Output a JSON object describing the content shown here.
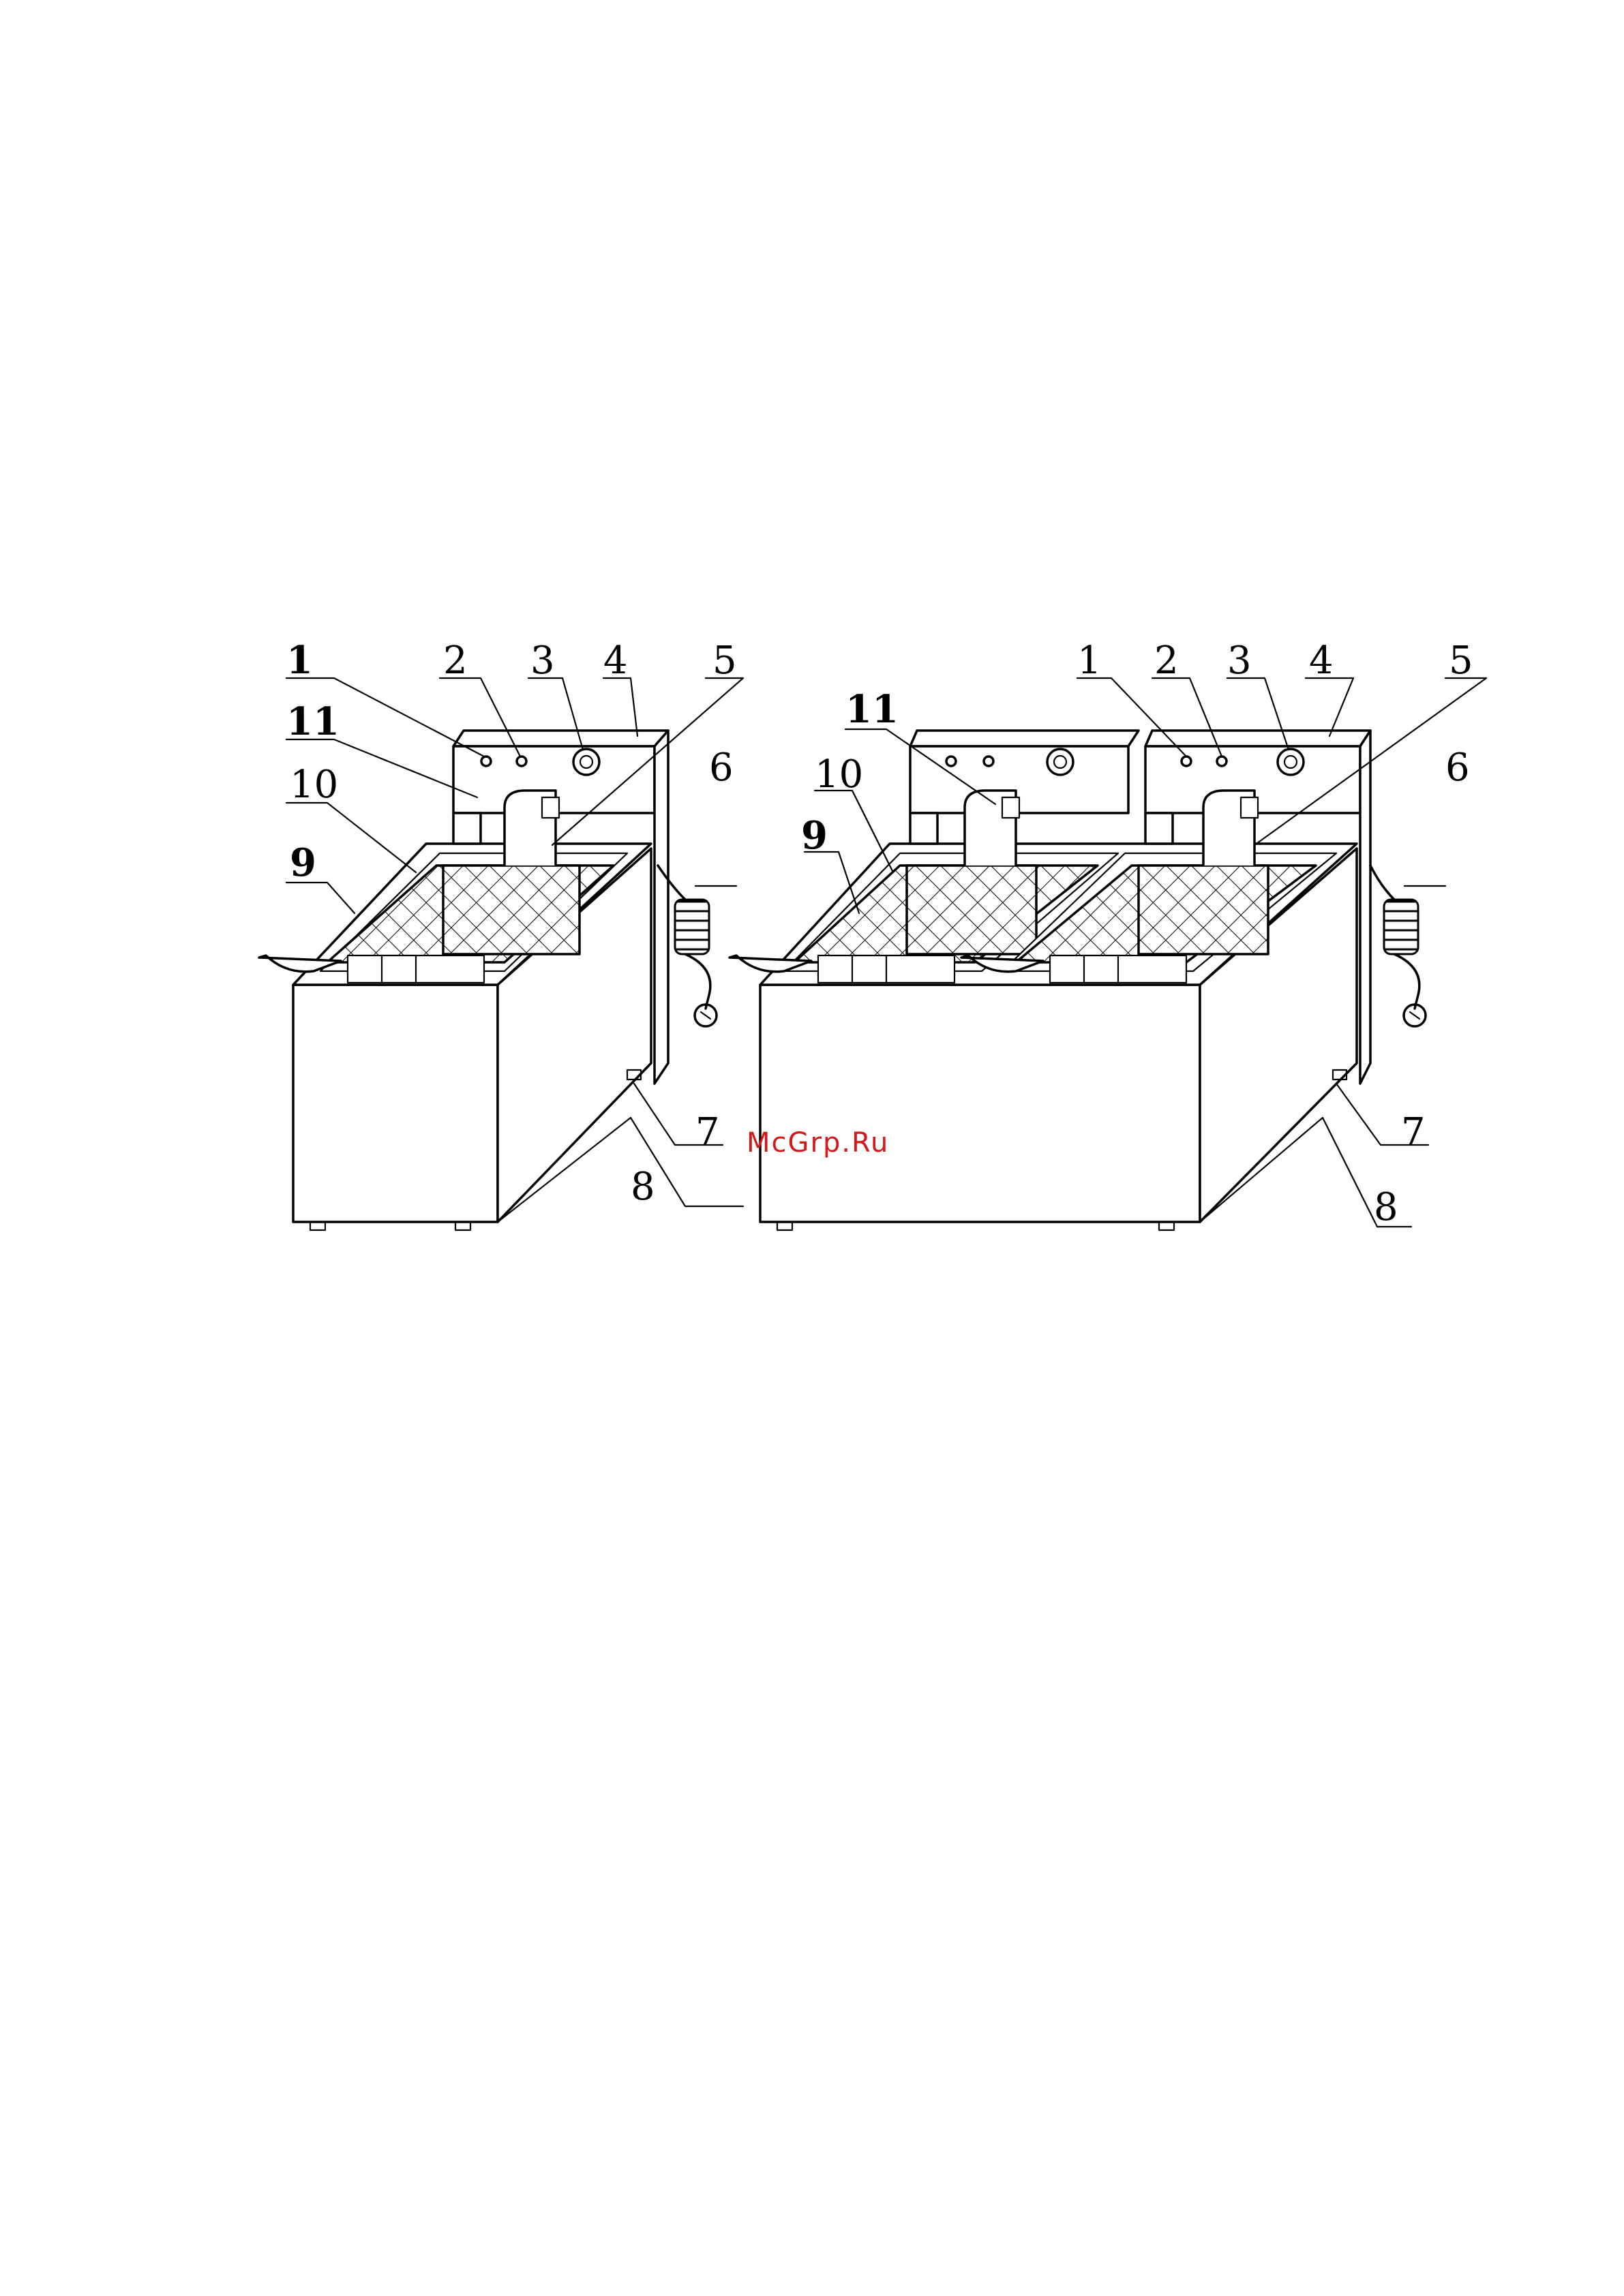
{
  "watermark": {
    "text": "McGrp.Ru",
    "color": "#d11a1a"
  },
  "fryers": [
    {
      "callouts": {
        "c1": "1",
        "c2": "2",
        "c3": "3",
        "c4": "4",
        "c5": "5",
        "c6": "6",
        "c7": "7",
        "c8": "8",
        "c9": "9",
        "c10": "10",
        "c11": "11"
      }
    },
    {
      "callouts": {
        "c1": "1",
        "c2": "2",
        "c3": "3",
        "c4": "4",
        "c5": "5",
        "c6": "6",
        "c7": "7",
        "c8": "8",
        "c9": "9",
        "c10": "10",
        "c11": "11"
      }
    }
  ],
  "colors": {
    "line": "#000000",
    "background": "#ffffff"
  }
}
